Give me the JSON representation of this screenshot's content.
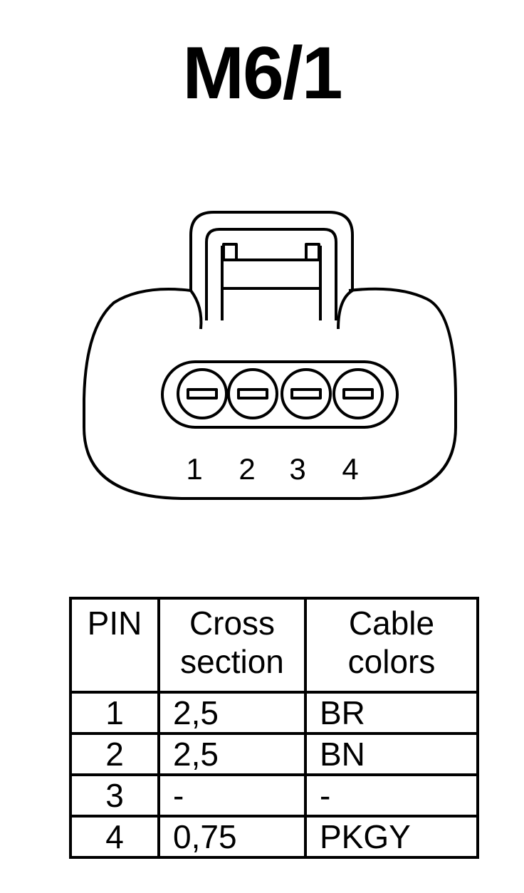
{
  "title": "M6/1",
  "connector": {
    "pin_labels": [
      "1",
      "2",
      "3",
      "4"
    ]
  },
  "table": {
    "headers": {
      "pin": "PIN",
      "cross_section": [
        "Cross",
        "section"
      ],
      "cable_colors": [
        "Cable",
        "colors"
      ]
    },
    "rows": [
      {
        "pin": "1",
        "cross_section": "2,5",
        "cable_color": "BR"
      },
      {
        "pin": "2",
        "cross_section": "2,5",
        "cable_color": "BN"
      },
      {
        "pin": "3",
        "cross_section": "-",
        "cable_color": "-"
      },
      {
        "pin": "4",
        "cross_section": "0,75",
        "cable_color": "PKGY"
      }
    ]
  }
}
